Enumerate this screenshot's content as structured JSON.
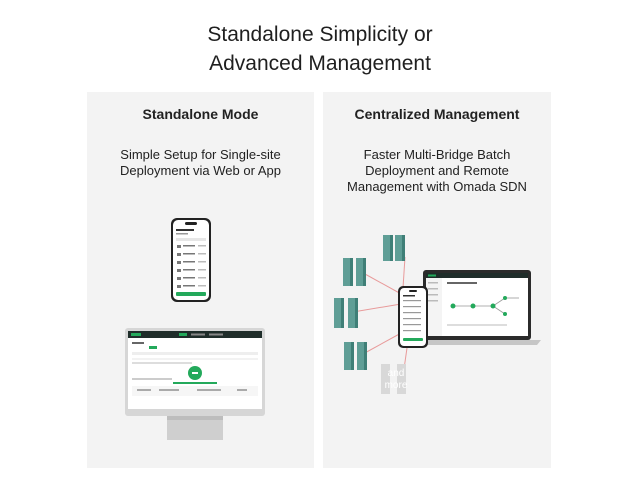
{
  "heading": {
    "line1": "Standalone Simplicity or",
    "line2": "Advanced Management"
  },
  "standalone": {
    "title": "Standalone Mode",
    "desc_line1": "Simple Setup for Single-site",
    "desc_line2": "Deployment via Web or App"
  },
  "centralized": {
    "title": "Centralized Management",
    "desc_line1": "Faster Multi-Bridge Batch",
    "desc_line2": "Deployment and Remote",
    "desc_line3": "Management with Omada SDN",
    "more_label_1": "and",
    "more_label_2": "more"
  },
  "colors": {
    "accent": "#23a95b",
    "panel": "#f3f3f3",
    "device_teal": "#5f9e96",
    "device_teal_dark": "#3f7f77",
    "link_line": "#e89a9a"
  }
}
